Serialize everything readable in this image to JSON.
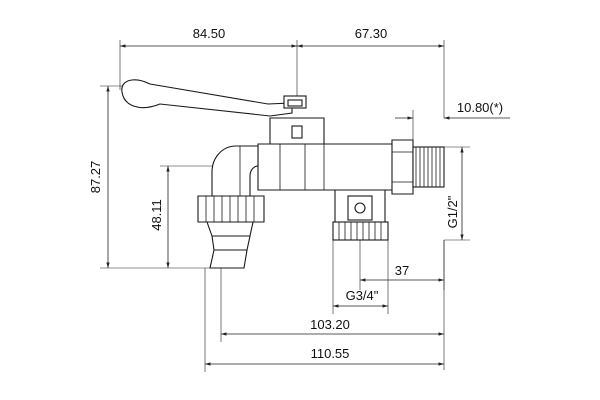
{
  "dimensions": {
    "top_left_width": "84.50",
    "top_right_width": "67.30",
    "thread_length": "10.80(*)",
    "overall_height": "87.27",
    "outlet_height": "48.11",
    "thread_inlet": "G1/2\"",
    "outlet_offset": "37",
    "thread_outlet": "G3/4\"",
    "outlet_span": "103.20",
    "overall_length": "110.55"
  }
}
